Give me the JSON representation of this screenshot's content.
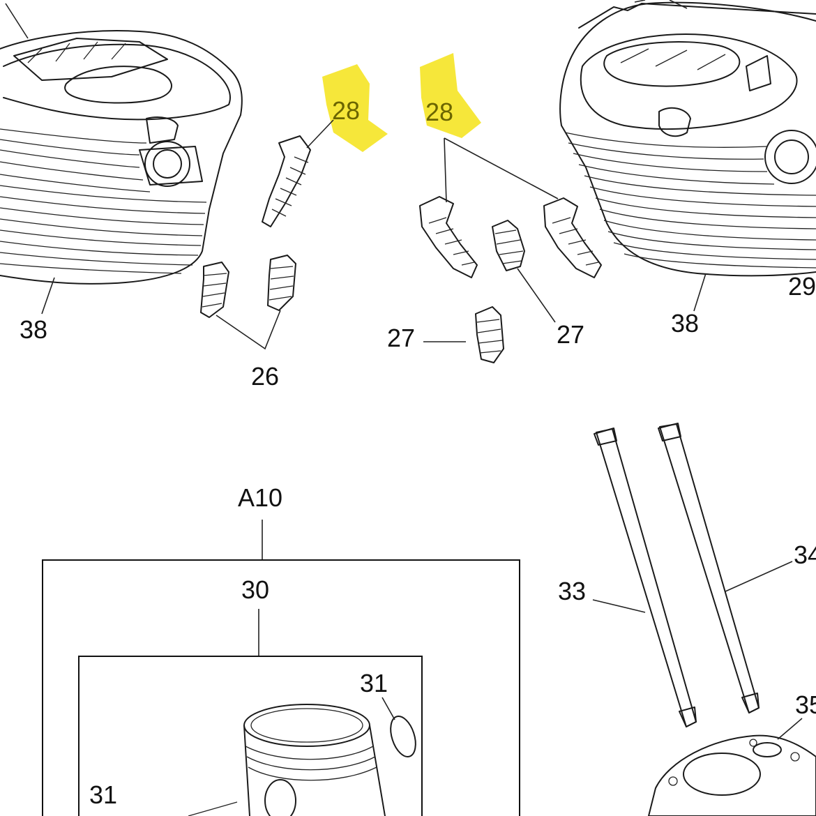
{
  "highlight_color": "#f6e73a",
  "labels": {
    "cyl_left": "38",
    "cyl_right": "38",
    "right_edge_top": "29",
    "seg_left_group": "26",
    "highlight_left": "28",
    "highlight_right": "28",
    "seg_right_left": "27",
    "seg_right_mid": "27",
    "assembly": "A10",
    "piston_kit": "30",
    "ring_top": "31",
    "ring_left": "31",
    "pushrod_left": "33",
    "pushrod_right": "34",
    "gasket": "35"
  }
}
